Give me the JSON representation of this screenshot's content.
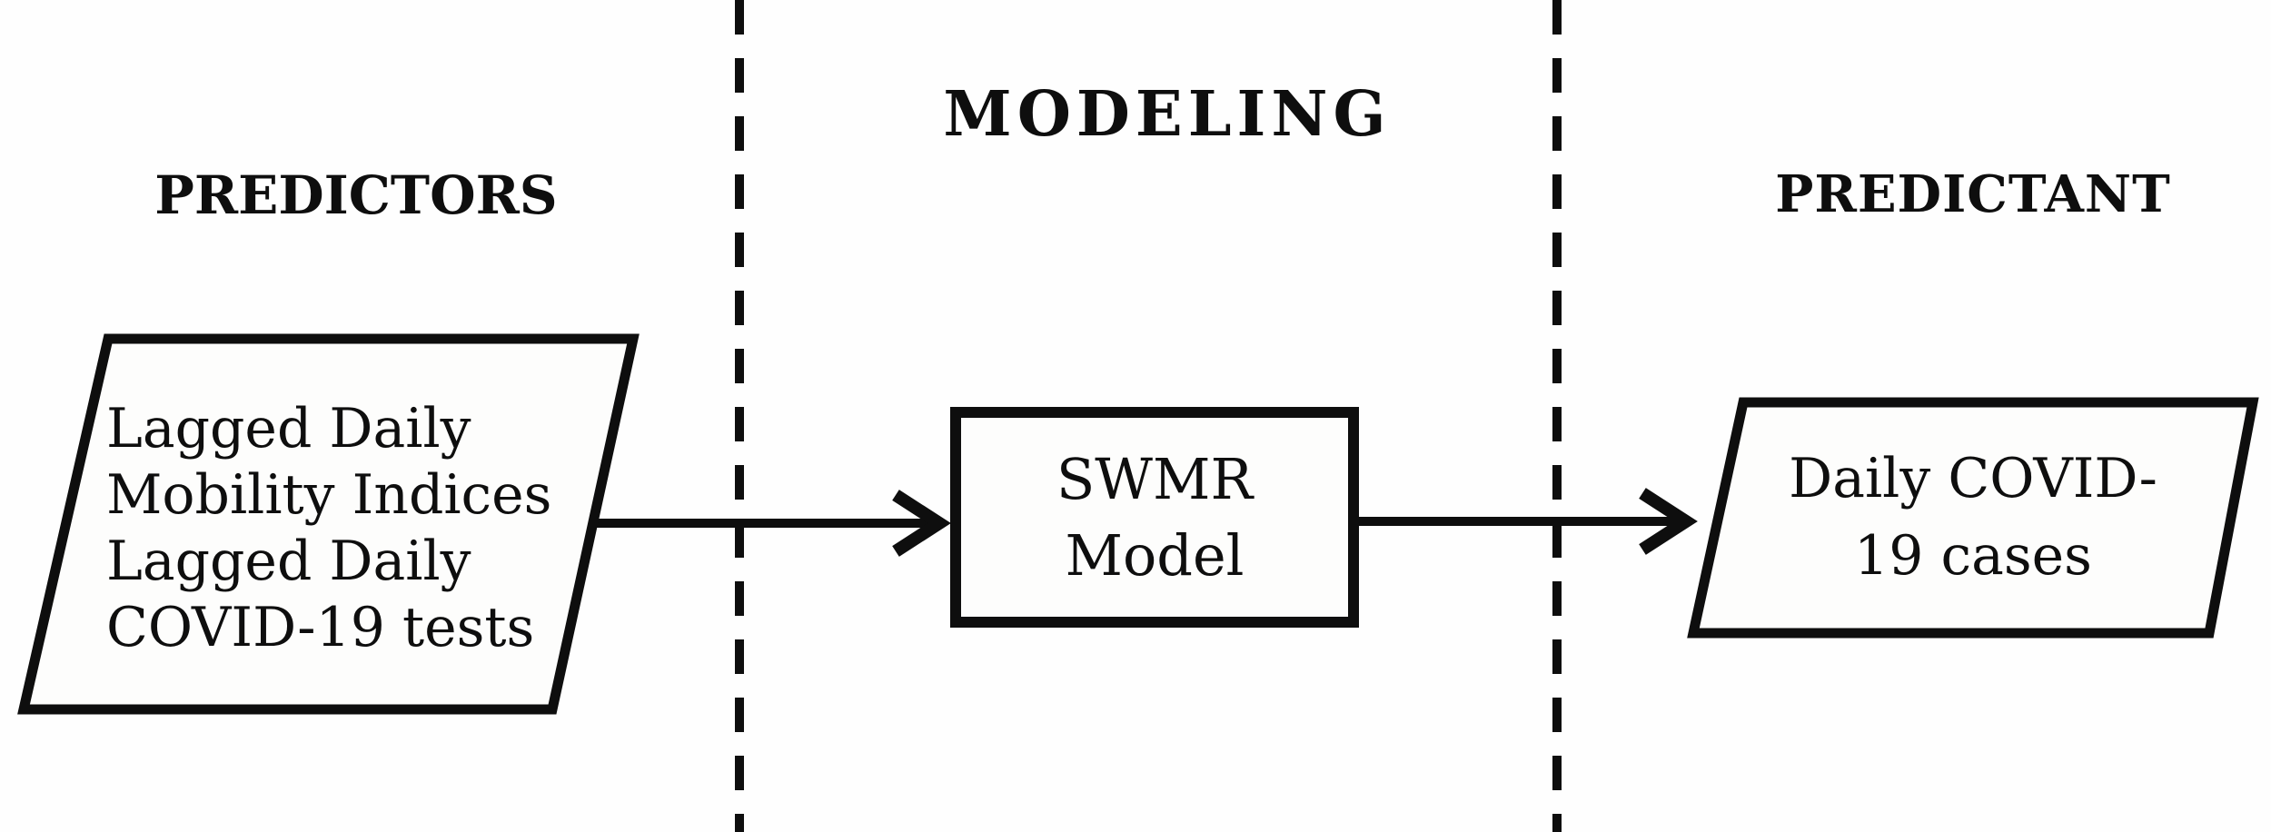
{
  "figure": {
    "background": "#fefefe",
    "ink": "#0e0e0e",
    "headings": {
      "predictors": "PREDICTORS",
      "modeling": "MODELING",
      "predictant": "PREDICTANT"
    },
    "nodes": {
      "inputs": {
        "shape": "parallelogram",
        "lines": [
          "Lagged Daily",
          "Mobility Indices",
          "Lagged Daily",
          "COVID-19 tests"
        ]
      },
      "model": {
        "shape": "rectangle",
        "lines": [
          "SWMR",
          "Model"
        ]
      },
      "output": {
        "shape": "parallelogram",
        "lines": [
          "Daily COVID-",
          "19 cases"
        ]
      }
    },
    "connectors": [
      {
        "from": "inputs",
        "to": "model",
        "style": "solid-arrow"
      },
      {
        "from": "model",
        "to": "output",
        "style": "solid-arrow"
      }
    ],
    "dividers": {
      "style": "dashed-vertical",
      "count": 2
    }
  }
}
